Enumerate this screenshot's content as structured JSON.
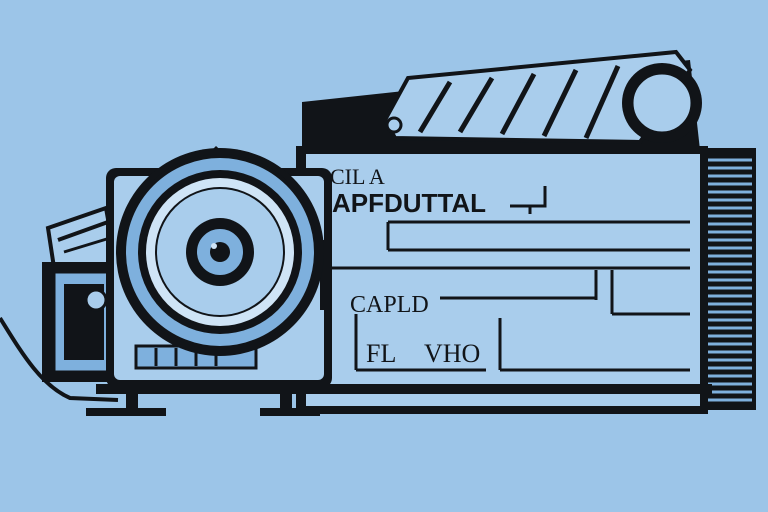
{
  "colors": {
    "background": "#9cc5e8",
    "ink": "#111418",
    "panel": "#a9cdec",
    "panel_dark": "#7eb0dd",
    "highlight": "#cfe4f6"
  },
  "labels": {
    "top_small": "CIL A",
    "brand": "APFDUTTAL",
    "field_one": "CAPLD",
    "field_two_left": "FL",
    "field_two_right": "VHO"
  }
}
